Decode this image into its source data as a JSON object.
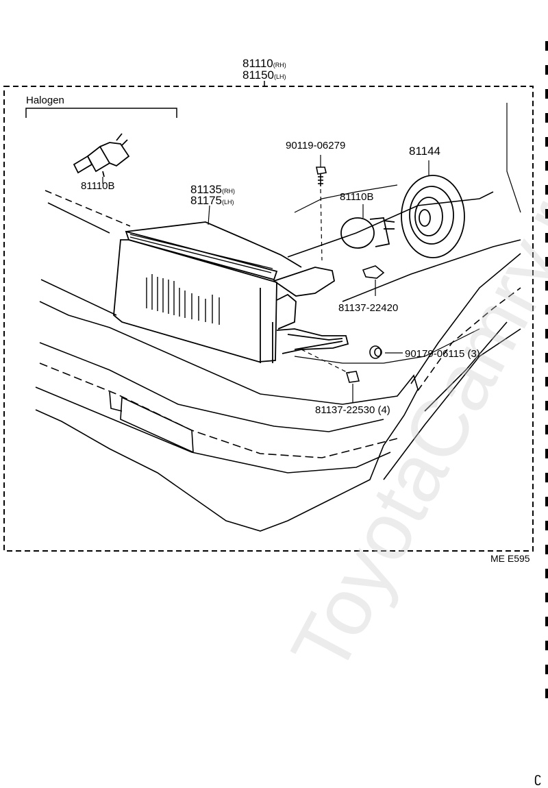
{
  "diagram": {
    "assembly_number_rh": "81110",
    "assembly_suffix_rh": "(RH)",
    "assembly_number_lh": "81150",
    "assembly_suffix_lh": "(LH)",
    "halogen_label": "Halogen",
    "bulb_halogen_part": "81110B",
    "housing_number_rh": "81135",
    "housing_suffix_rh": "(RH)",
    "housing_number_lh": "81175",
    "housing_suffix_lh": "(LH)",
    "bolt_part": "90119-06279",
    "bulb_part": "81110B",
    "socket_cover_part": "81144",
    "clip_part": "81137-22420",
    "nut_part": "90179-06115 (3)",
    "retainer_part": "81137-22530 (4)",
    "figure_code": "ME E595",
    "watermark": "ToyotaCamry.ru",
    "corner_glyph": "ʗ"
  }
}
